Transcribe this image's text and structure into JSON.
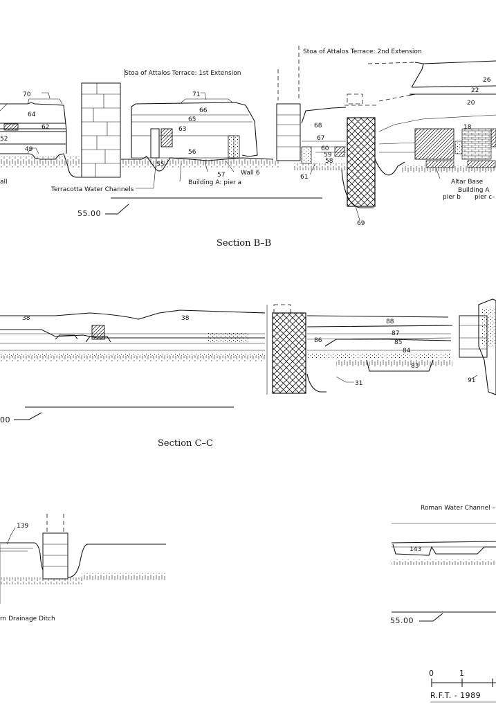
{
  "sections": {
    "b": {
      "caption": "Section B–B",
      "labels": {
        "stoa_1st": "Stoa of Attalos Terrace: 1st Extension",
        "stoa_2nd": "Stoa of Attalos Terrace: 2nd Extension",
        "water_channels": "Terracotta Water Channels",
        "building_a_pier_a": "Building A: pier a",
        "wall6": "Wall 6",
        "altar_base": "Altar Base",
        "building_a": "Building A",
        "pier_b": "pier b",
        "pier_c": "pier c–",
        "wall_frag": "all",
        "datum": "55.00"
      },
      "layer_numbers": [
        "70",
        "64",
        "62",
        "52",
        "49",
        "71",
        "66",
        "65",
        "63",
        "56",
        "55",
        "57",
        "68",
        "67",
        "60",
        "59",
        "58",
        "61",
        "69",
        "26",
        "22",
        "20",
        "18"
      ]
    },
    "c": {
      "caption": "Section C–C",
      "labels": {
        "datum": "00"
      },
      "layer_numbers": [
        "38",
        "38",
        "88",
        "87",
        "86",
        "85",
        "84",
        "83",
        "31",
        "91"
      ]
    },
    "d": {
      "labels": {
        "drainage": "rn Drainage Ditch",
        "roman_channel": "Roman Water Channel –",
        "datum": "55.00"
      },
      "layer_numbers": [
        "139",
        "143"
      ]
    }
  },
  "scale": {
    "ticks": [
      "0",
      "1"
    ],
    "credit": "R.F.T. - 1989"
  }
}
